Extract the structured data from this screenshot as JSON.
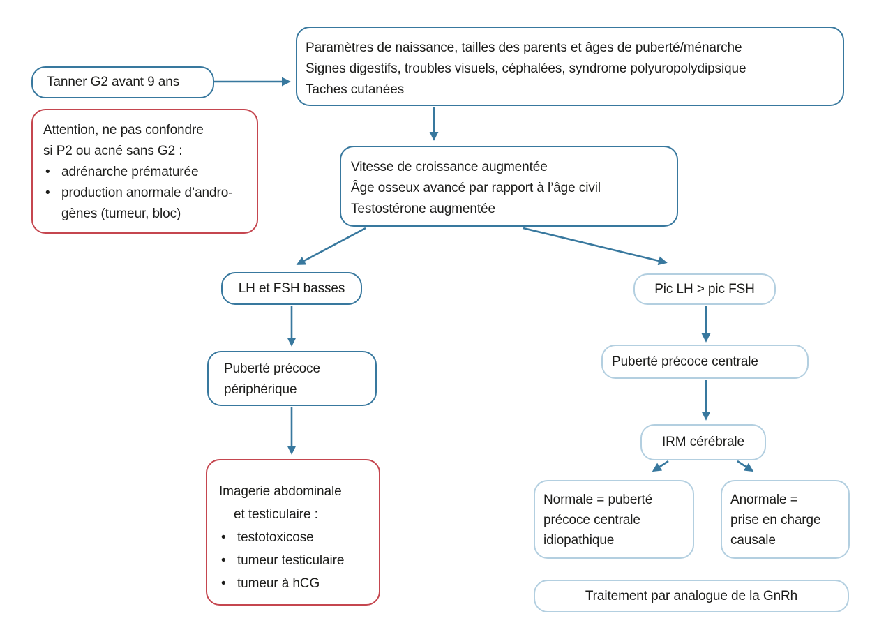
{
  "colors": {
    "dark_blue": "#38789e",
    "light_blue": "#b3cfe0",
    "red": "#c5464f",
    "text": "#1d1d1b",
    "background": "#ffffff"
  },
  "nodes": {
    "tanner": {
      "label": "Tanner G2 avant 9 ans"
    },
    "anamnese": {
      "lines": [
        "Paramètres de naissance, tailles des parents et âges de puberté/ménarche",
        "Signes digestifs, troubles visuels, céphalées, syndrome polyuropolydipsique",
        "Taches cutanées"
      ]
    },
    "attention": {
      "lines": [
        "Attention, ne pas confondre",
        "si P2 ou acné sans G2 :"
      ],
      "bullets": [
        "adrénarche prématurée",
        "production anormale d’andro-\ngènes (tumeur, bloc)"
      ]
    },
    "signes": {
      "lines": [
        "Vitesse de croissance augmentée",
        "Âge osseux avancé par rapport à l’âge civil",
        "Testostérone augmentée"
      ]
    },
    "lh_fsh_basses": {
      "label": "LH et FSH basses"
    },
    "pp_peripherique": {
      "lines": [
        "Puberté précoce",
        "périphérique"
      ]
    },
    "imagerie": {
      "lines": [
        "Imagerie abdominale",
        "et testiculaire :"
      ],
      "bullets": [
        "testotoxicose",
        "tumeur testiculaire",
        "tumeur à hCG"
      ]
    },
    "pic_lh": {
      "label": "Pic LH > pic FSH"
    },
    "pp_centrale": {
      "label": "Puberté précoce centrale"
    },
    "irm": {
      "label": "IRM cérébrale"
    },
    "irm_normale": {
      "lines": [
        "Normale = puberté",
        "précoce centrale",
        "idiopathique"
      ]
    },
    "irm_anormale": {
      "lines": [
        "Anormale =",
        "prise en charge",
        "causale"
      ]
    },
    "traitement": {
      "label": "Traitement par analogue de la GnRh"
    }
  }
}
